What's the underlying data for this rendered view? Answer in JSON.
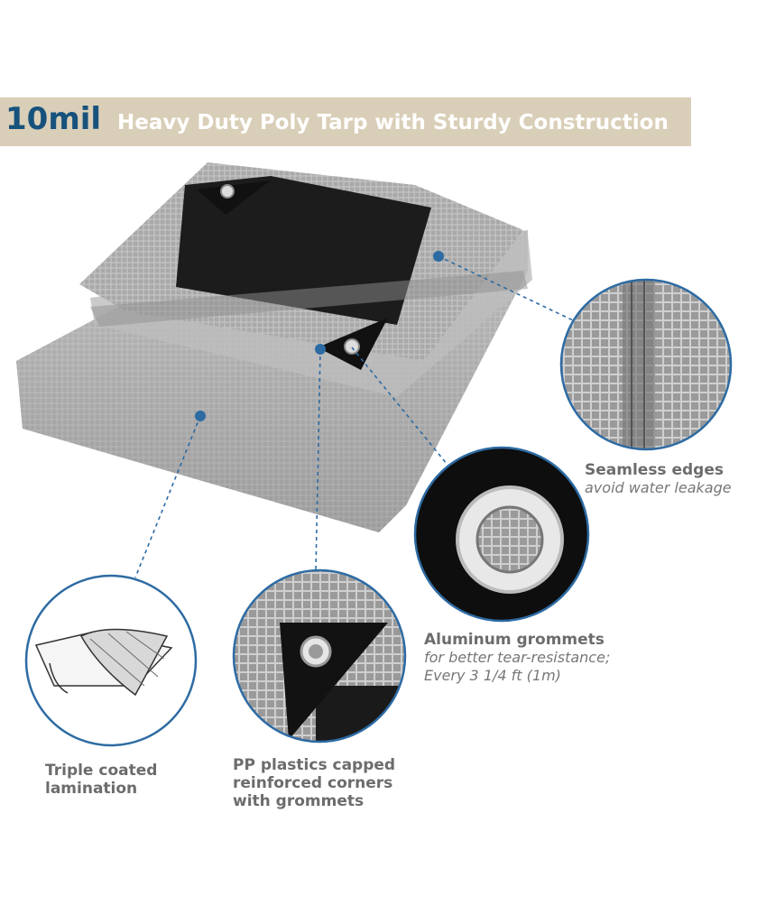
{
  "banner": {
    "highlight": "10mil",
    "title": "Heavy Duty Poly Tarp with Sturdy Construction",
    "bg_color": "#d9ceb7",
    "highlight_color": "#17527d"
  },
  "callouts": {
    "seamless": {
      "title": "Seamless edges",
      "subtitle": "avoid water leakage"
    },
    "grommets": {
      "title": "Aluminum grommets",
      "subtitle1": "for better tear-resistance;",
      "subtitle2": "Every 3 1/4 ft (1m)"
    },
    "lamination": {
      "title1": "Triple coated",
      "title2": "lamination"
    },
    "corners": {
      "title1": "PP plastics capped",
      "title2": "reinforced corners",
      "title3": "with grommets"
    }
  },
  "colors": {
    "accent_circle": "#2d6ba3",
    "tarp_silver": "#a8a8a8",
    "tarp_black": "#1c1c1c"
  }
}
